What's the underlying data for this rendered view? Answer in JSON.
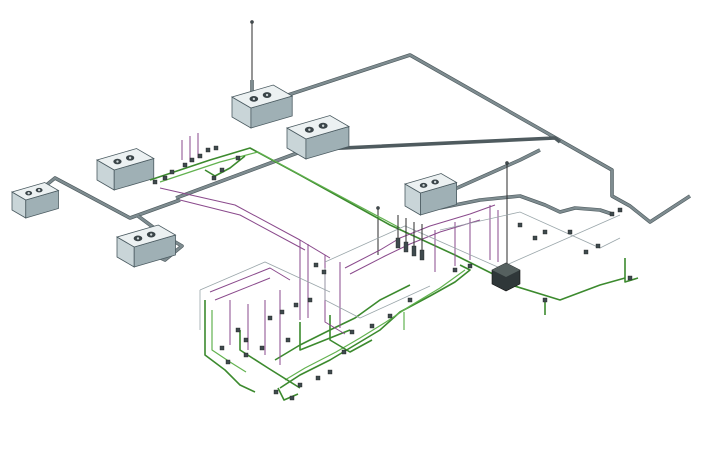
{
  "diagram": {
    "view": "isometric-piping-model",
    "colors": {
      "main_pipe": "#7e8c90",
      "green_pipe": "#3c8a2e",
      "purple_pipe": "#8a4a8c",
      "unit_body": "#c9d5d8"
    },
    "outdoor_units": [
      {
        "id": "unit-a",
        "icon": "condenser-unit"
      },
      {
        "id": "unit-b",
        "icon": "condenser-unit"
      },
      {
        "id": "unit-c",
        "icon": "condenser-unit"
      },
      {
        "id": "unit-d",
        "icon": "condenser-unit"
      },
      {
        "id": "unit-e",
        "icon": "condenser-unit"
      },
      {
        "id": "unit-f",
        "icon": "condenser-unit"
      }
    ]
  }
}
